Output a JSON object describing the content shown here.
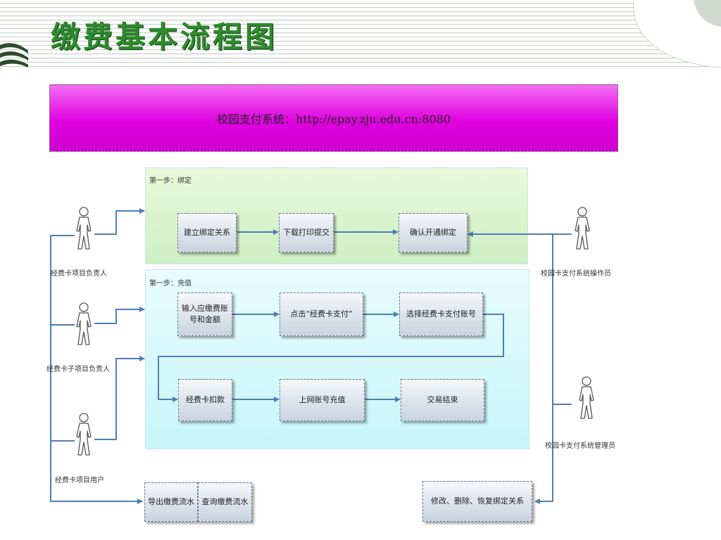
{
  "title": "缴费基本流程图",
  "banner": {
    "text": "校园支付系统：http://epay.zju.edu.cn:8080"
  },
  "step1": {
    "label": "第一步：绑定",
    "boxes": [
      "建立绑定关系",
      "下载打印提交",
      "确认开通绑定"
    ]
  },
  "step2": {
    "label": "第一步：充值",
    "boxes_row1": [
      "输入应缴费账号和金额",
      "点击“经费卡支付”",
      "选择经费卡支付账号"
    ],
    "boxes_row2": [
      "经费卡扣款",
      "上网账号充值",
      "交易结束"
    ]
  },
  "actors": {
    "left": [
      "经费卡项目负责人",
      "经费卡子项目负责人",
      "经费卡项目用户"
    ],
    "right": [
      "校园卡支付系统操作员",
      "校园卡支付系统管理员"
    ]
  },
  "bottom": {
    "export_flow": "导出缴费流水",
    "query_flow": "查询缴费流水",
    "modify_binding": "修改、删除、恢复绑定关系"
  },
  "colors": {
    "title": "#2e8b2e",
    "banner": "#e000e0",
    "connector": "#4d7fb3",
    "step1_panel": "#d9f5cf",
    "step2_panel": "#d4f8fb"
  }
}
